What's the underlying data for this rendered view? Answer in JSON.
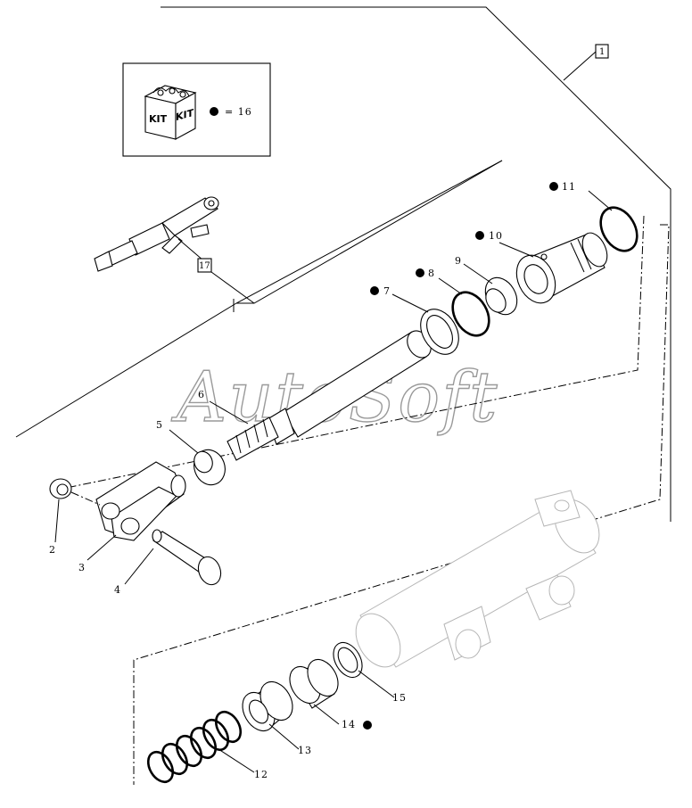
{
  "watermark": "AutoSoft",
  "kit_box": {
    "kit_word": "KIT",
    "equals_text": "= 16"
  },
  "assembly_label": "1",
  "subassembly_label": "17",
  "callouts": [
    {
      "id": "2",
      "label": "2",
      "in_kit": false
    },
    {
      "id": "3",
      "label": "3",
      "in_kit": false
    },
    {
      "id": "4",
      "label": "4",
      "in_kit": false
    },
    {
      "id": "5",
      "label": "5",
      "in_kit": false
    },
    {
      "id": "6",
      "label": "6",
      "in_kit": false
    },
    {
      "id": "7",
      "label": "7",
      "in_kit": true
    },
    {
      "id": "8",
      "label": "8",
      "in_kit": true
    },
    {
      "id": "9",
      "label": "9",
      "in_kit": false
    },
    {
      "id": "10",
      "label": "10",
      "in_kit": true
    },
    {
      "id": "11",
      "label": "11",
      "in_kit": true
    },
    {
      "id": "12",
      "label": "12",
      "in_kit": false
    },
    {
      "id": "13",
      "label": "13",
      "in_kit": false
    },
    {
      "id": "14",
      "label": "14",
      "in_kit": true
    },
    {
      "id": "15",
      "label": "15",
      "in_kit": false
    }
  ]
}
